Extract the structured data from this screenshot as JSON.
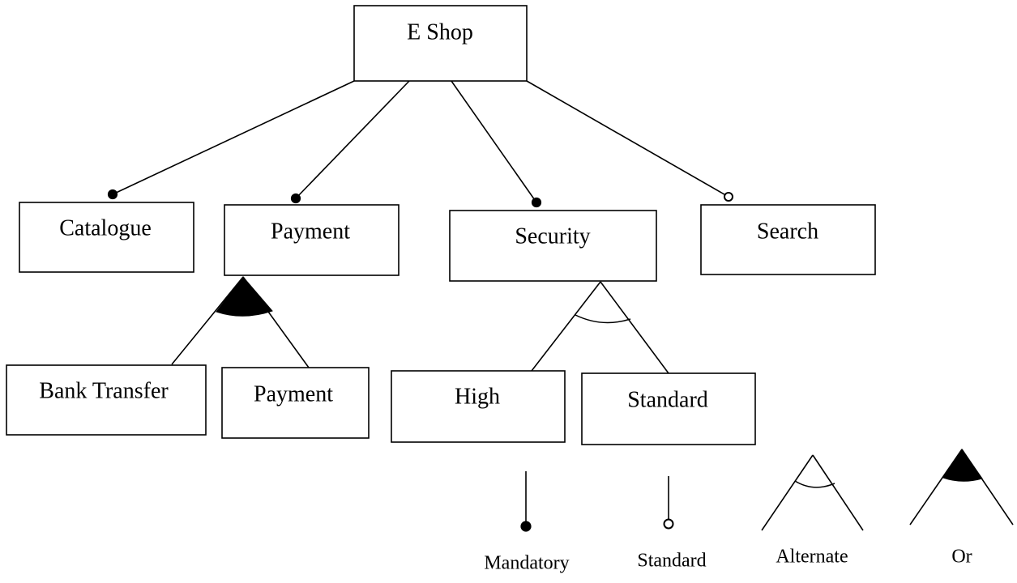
{
  "diagram": {
    "nodes": {
      "eshop": "E Shop",
      "catalogue": "Catalogue",
      "payment": "Payment",
      "security": "Security",
      "search": "Search",
      "bank_transfer": "Bank Transfer",
      "payment_child": "Payment",
      "high": "High",
      "standard": "Standard"
    },
    "relations": [
      {
        "from": "eshop",
        "to": "catalogue",
        "kind": "mandatory"
      },
      {
        "from": "eshop",
        "to": "payment",
        "kind": "mandatory"
      },
      {
        "from": "eshop",
        "to": "security",
        "kind": "mandatory"
      },
      {
        "from": "eshop",
        "to": "search",
        "kind": "standard"
      },
      {
        "from": "payment",
        "children": [
          "bank_transfer",
          "payment_child"
        ],
        "kind": "or"
      },
      {
        "from": "security",
        "children": [
          "high",
          "standard"
        ],
        "kind": "alternate"
      }
    ]
  },
  "legend": {
    "mandatory": "Mandatory",
    "standard": "Standard",
    "alternate": "Alternate",
    "or": "Or"
  }
}
